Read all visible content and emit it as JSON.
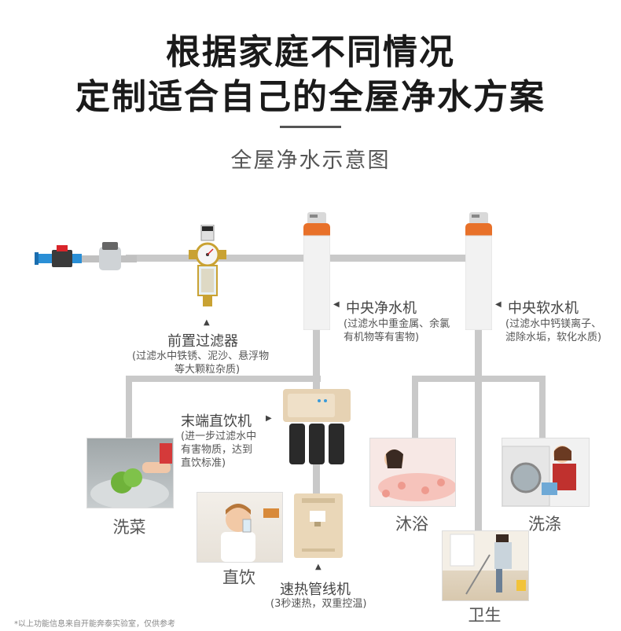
{
  "header": {
    "title_line1": "根据家庭不同情况",
    "title_line2": "定制适合自己的全屋净水方案",
    "subtitle": "全屋净水示意图"
  },
  "devices": {
    "prefilter": {
      "name": "前置过滤器",
      "desc1": "(过滤水中铁锈、泥沙、悬浮物",
      "desc2": "等大颗粒杂质)"
    },
    "purifier": {
      "name": "中央净水机",
      "desc1": "(过滤水中重金属、余氯",
      "desc2": "有机物等有害物)"
    },
    "softener": {
      "name": "中央软水机",
      "desc1": "(过滤水中钙镁离子、",
      "desc2": "滤除水垢，软化水质)"
    },
    "ro": {
      "name": "末端直饮机",
      "desc1": "(进一步过滤水中",
      "desc2": "有害物质，达到",
      "desc3": "直饮标准)"
    },
    "heater": {
      "name": "速热管线机",
      "desc1": "(3秒速热，双重控温)"
    }
  },
  "uses": {
    "wash_veg": "洗菜",
    "drink": "直饮",
    "bath": "沐浴",
    "laundry": "洗涤",
    "clean": "卫生"
  },
  "footnote": "*以上功能信息来自开能奔泰实验室，仅供参考",
  "colors": {
    "pipe": "#c9c9c9",
    "accent_orange": "#e8712a",
    "pipe_blue": "#2a8fd6",
    "valve_red": "#d9252a"
  }
}
